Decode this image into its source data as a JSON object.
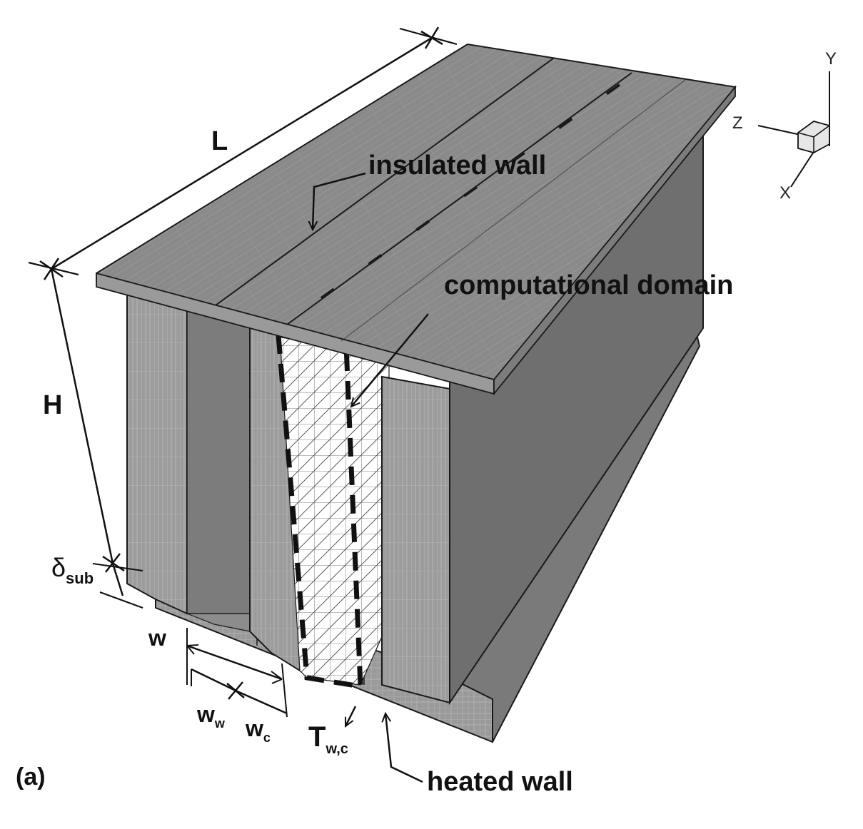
{
  "figure": {
    "panel_label": "(a)",
    "labels": {
      "insulated_wall": "insulated wall",
      "computational_domain": "computational domain",
      "heated_wall": "heated wall"
    },
    "dimensions": {
      "L": "L",
      "H": "H",
      "delta": "δ",
      "delta_sub": "sub",
      "w": "w",
      "ww_main": "w",
      "ww_sub": "w",
      "wc_main": "w",
      "wc_sub": "c",
      "T": "T",
      "T_sub": "w,c"
    },
    "axes": {
      "x": "X",
      "y": "Y",
      "z": "Z"
    },
    "colors": {
      "surface_top": "#8a8a8a",
      "surface_dark": "#6f6f6f",
      "surface_light": "#a9a9a9",
      "outline": "#1a1a1a",
      "mesh": "#bdbdbd"
    }
  }
}
